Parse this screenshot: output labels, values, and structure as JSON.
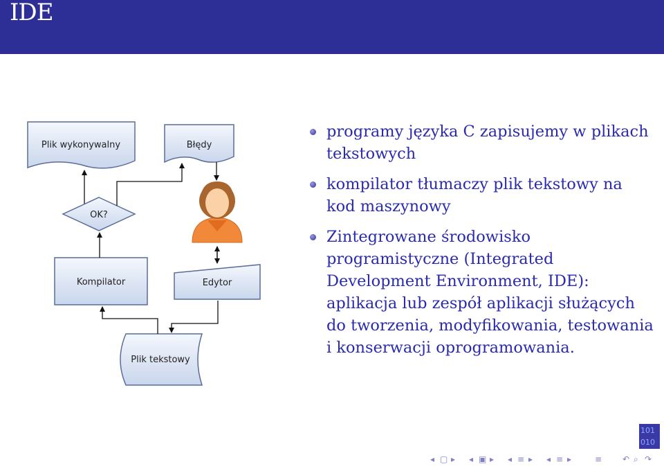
{
  "header": {
    "title": "IDE"
  },
  "diagram": {
    "nodes": {
      "executable": "Plik wykonywalny",
      "errors": "Błędy",
      "ok": "OK?",
      "compiler": "Kompilator",
      "editor": "Edytor",
      "textfile": "Plik tekstowy"
    },
    "person_icon": "user-avatar-icon"
  },
  "bullets": [
    "programy języka C zapisujemy w plikach tekstowych",
    "kompilator tłumaczy plik tekstowy na kod maszynowy",
    "Zintegrowane środowisko programistyczne (Integrated Development Environment, IDE): aplikacja lub zespół aplikacji służących do tworzenia, modyfikowania, testowania i konserwacji oprogramowania."
  ],
  "logo": {
    "line1": "101",
    "line2": "010"
  },
  "navigation": {
    "icons": [
      "nav-prev-frame-icon",
      "nav-next-frame-icon",
      "nav-prev-subsection-icon",
      "nav-next-subsection-icon",
      "nav-prev-section-icon",
      "nav-next-section-icon",
      "nav-section-end-icon",
      "nav-search-icon"
    ],
    "colors": {
      "nav": "#7f7fc8",
      "title_bar": "#2e2e97",
      "text": "#2a2ab0"
    }
  }
}
